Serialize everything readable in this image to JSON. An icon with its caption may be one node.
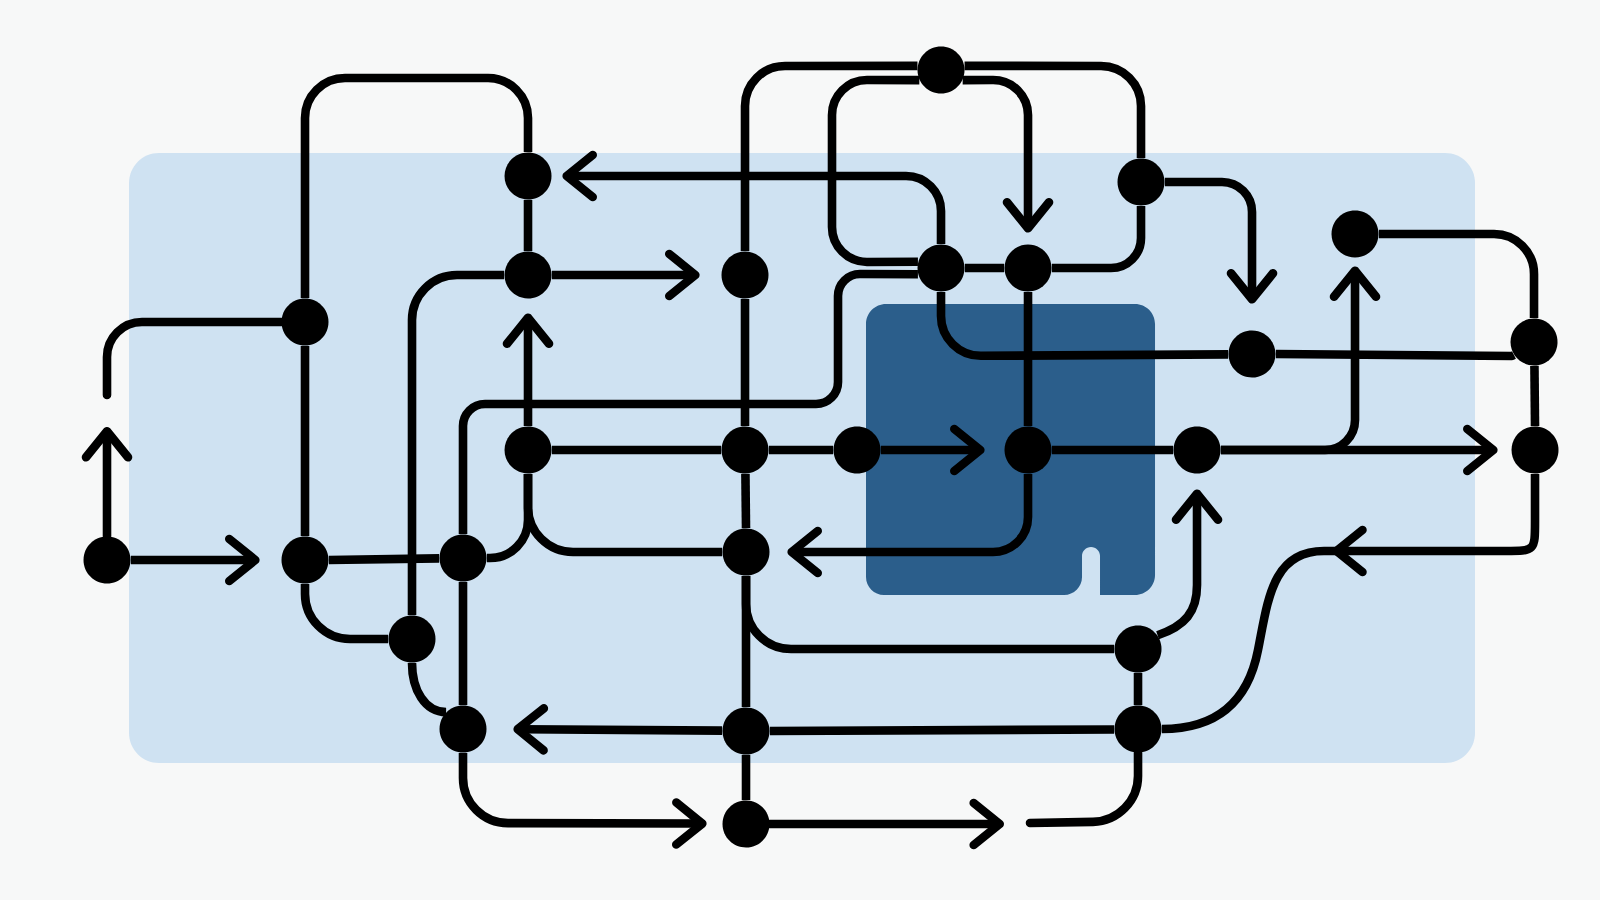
{
  "diagram": {
    "nodes": [
      {
        "text": [],
        "shape": "circle"
      },
      {
        "text": [],
        "shape": "circle"
      },
      {
        "text": [],
        "shape": "circle"
      },
      {
        "text": [],
        "shape": "circle"
      },
      {
        "text": [],
        "shape": "circle"
      },
      {
        "text": [],
        "shape": "circle"
      },
      {
        "text": [],
        "shape": "circle"
      },
      {
        "text": [],
        "shape": "circle"
      },
      {
        "text": [],
        "shape": "circle"
      },
      {
        "text": [],
        "shape": "circle"
      },
      {
        "text": [],
        "shape": "circle"
      },
      {
        "text": [],
        "shape": "circle"
      },
      {
        "text": [],
        "shape": "circle"
      },
      {
        "text": [],
        "shape": "circle"
      },
      {
        "text": [],
        "shape": "circle"
      },
      {
        "text": [],
        "shape": "circle"
      },
      {
        "text": [],
        "shape": "circle"
      },
      {
        "text": [],
        "shape": "circle"
      },
      {
        "text": [],
        "shape": "circle"
      },
      {
        "text": [],
        "shape": "circle"
      },
      {
        "text": [],
        "shape": "circle"
      },
      {
        "text": [],
        "shape": "circle"
      },
      {
        "text": [],
        "shape": "circle"
      },
      {
        "text": [],
        "shape": "circle"
      },
      {
        "text": [],
        "shape": "circle"
      },
      {
        "text": [],
        "shape": "circle"
      },
      {
        "text": [],
        "shape": "circle"
      }
    ],
    "edges": [
      {
        "from": 17,
        "to": null,
        "arrow": "to"
      },
      {
        "from": null,
        "to": 8,
        "arrow": "none"
      },
      {
        "from": 17,
        "to": 18,
        "arrow": "to"
      },
      {
        "from": 8,
        "to": 1,
        "arrow": "none"
      },
      {
        "from": 8,
        "to": 18,
        "arrow": "none"
      },
      {
        "from": 18,
        "to": 19,
        "arrow": "none"
      },
      {
        "from": 18,
        "to": 21,
        "arrow": "none"
      },
      {
        "from": 21,
        "to": 4,
        "arrow": "none"
      },
      {
        "from": 21,
        "to": 23,
        "arrow": "none"
      },
      {
        "from": 1,
        "to": 4,
        "arrow": "none"
      },
      {
        "from": 6,
        "to": 1,
        "arrow": "to"
      },
      {
        "from": 4,
        "to": 5,
        "arrow": "to"
      },
      {
        "from": 11,
        "to": 4,
        "arrow": "to"
      },
      {
        "from": 11,
        "to": 12,
        "arrow": "none"
      },
      {
        "from": 12,
        "to": 13,
        "arrow": "none"
      },
      {
        "from": 13,
        "to": 14,
        "arrow": "to"
      },
      {
        "from": 11,
        "to": 19,
        "arrow": "none"
      },
      {
        "from": 11,
        "to": 20,
        "arrow": "none"
      },
      {
        "from": 5,
        "to": 0,
        "arrow": "none"
      },
      {
        "from": 0,
        "to": 2,
        "arrow": "none"
      },
      {
        "from": 0,
        "to": 6,
        "arrow": "none"
      },
      {
        "from": 0,
        "to": 7,
        "arrow": "to"
      },
      {
        "from": 19,
        "to": 6,
        "arrow": "none"
      },
      {
        "from": 5,
        "to": 12,
        "arrow": "none"
      },
      {
        "from": 12,
        "to": 20,
        "arrow": "none"
      },
      {
        "from": 20,
        "to": 24,
        "arrow": "none"
      },
      {
        "from": 24,
        "to": 26,
        "arrow": "none"
      },
      {
        "from": 20,
        "to": 22,
        "arrow": "none"
      },
      {
        "from": 14,
        "to": 20,
        "arrow": "to"
      },
      {
        "from": 6,
        "to": 7,
        "arrow": "none"
      },
      {
        "from": 7,
        "to": 14,
        "arrow": "none"
      },
      {
        "from": 7,
        "to": 2,
        "arrow": "none"
      },
      {
        "from": 2,
        "to": 9,
        "arrow": "to"
      },
      {
        "from": 6,
        "to": 9,
        "arrow": "none"
      },
      {
        "from": 9,
        "to": 10,
        "arrow": "none"
      },
      {
        "from": 14,
        "to": 15,
        "arrow": "none"
      },
      {
        "from": 15,
        "to": 16,
        "arrow": "to"
      },
      {
        "from": 15,
        "to": 3,
        "arrow": "to"
      },
      {
        "from": 3,
        "to": 10,
        "arrow": "none"
      },
      {
        "from": 10,
        "to": 16,
        "arrow": "none"
      },
      {
        "from": 16,
        "to": 25,
        "arrow": "to"
      },
      {
        "from": 22,
        "to": 15,
        "arrow": "to"
      },
      {
        "from": 22,
        "to": 25,
        "arrow": "none"
      },
      {
        "from": 25,
        "to": 24,
        "arrow": "none"
      },
      {
        "from": 24,
        "to": 23,
        "arrow": "to"
      },
      {
        "from": 23,
        "to": 26,
        "arrow": "to"
      },
      {
        "from": 26,
        "to": null,
        "arrow": "to"
      },
      {
        "from": null,
        "to": 25,
        "arrow": "none"
      },
      {
        "from": 19,
        "to": 23,
        "arrow": "none"
      }
    ]
  }
}
